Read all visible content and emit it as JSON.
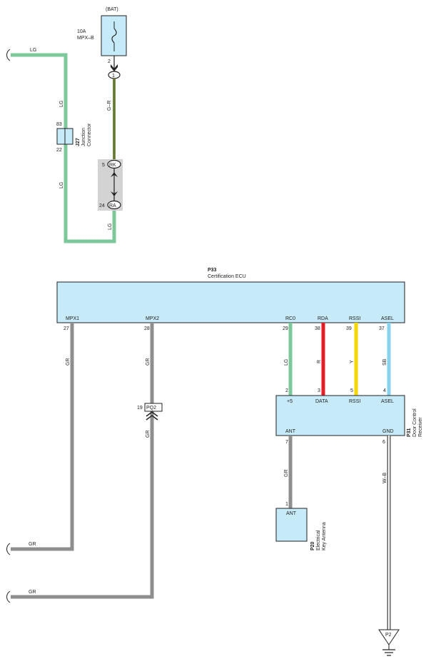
{
  "colors": {
    "LG": "#7cc89a",
    "GR": "#8e8e8e",
    "R": "#e41e26",
    "Y": "#f4d800",
    "SB": "#89d3f1",
    "G_R_green": "#3fae49",
    "G_R_red": "#e41e26",
    "box_fill": "#c6eaf8",
    "connector_fill": "#d3d3d3"
  },
  "fuse": {
    "power": "(BAT)",
    "rating": "10A",
    "name": "MPX–B",
    "pin": "2",
    "splice_pin": "1"
  },
  "wires": {
    "lg": "LG",
    "gr": "GR",
    "gr_tag": "G–R",
    "r": "R",
    "y": "Y",
    "sb": "SB",
    "wb": "W–B"
  },
  "j27": {
    "id": "J27",
    "desc1": "Junction",
    "desc2": "Connector",
    "pin_top": "83",
    "pin_bot": "22"
  },
  "rk_ra": {
    "rk": "RK",
    "rk_pin": "5",
    "ra": "RA",
    "ra_pin": "24"
  },
  "ecu": {
    "id": "P33",
    "name": "Certification ECU",
    "terminals": [
      {
        "label": "MPX1",
        "pin": "27"
      },
      {
        "label": "MPX2",
        "pin": "28"
      },
      {
        "label": "RC0",
        "pin": "29"
      },
      {
        "label": "RDA",
        "pin": "38"
      },
      {
        "label": "RSSI",
        "pin": "39"
      },
      {
        "label": "ASEL",
        "pin": "37"
      }
    ]
  },
  "receiver": {
    "id": "P31",
    "desc1": "Door Control",
    "desc2": "Receiver",
    "top_terminals": [
      {
        "label": "+5",
        "pin": "2"
      },
      {
        "label": "DATA",
        "pin": "3"
      },
      {
        "label": "RSSI",
        "pin": "5"
      },
      {
        "label": "ASEL",
        "pin": "4"
      }
    ],
    "bottom_terminals": [
      {
        "label": "ANT",
        "pin": "7"
      },
      {
        "label": "GND",
        "pin": "6"
      }
    ]
  },
  "pq2": {
    "label": "PQ2",
    "pin": "19"
  },
  "antenna": {
    "id": "P20",
    "desc1": "Electrical",
    "desc2": "Key Antenna",
    "terminal": "ANT",
    "pin": "1"
  },
  "ground": {
    "label": "P2"
  }
}
